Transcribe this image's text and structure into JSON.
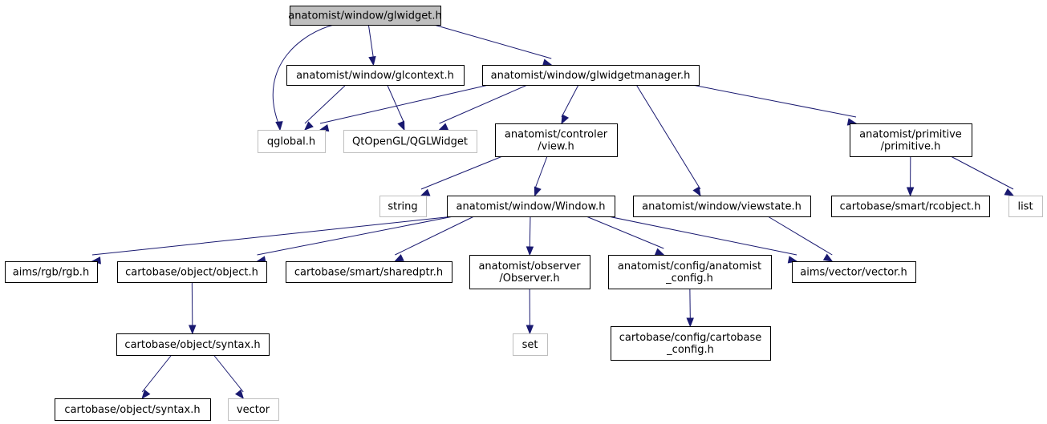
{
  "colors": {
    "edge": "#191970",
    "root_fill": "#bfbfbf",
    "node_border": "#000000",
    "external_border": "#bfbfbf"
  },
  "nodes": [
    {
      "id": "glwidget",
      "lines": [
        "anatomist/window/glwidget.h"
      ],
      "kind": "root"
    },
    {
      "id": "glcontext",
      "lines": [
        "anatomist/window/glcontext.h"
      ],
      "kind": "file"
    },
    {
      "id": "glwidgetmanager",
      "lines": [
        "anatomist/window/glwidgetmanager.h"
      ],
      "kind": "file"
    },
    {
      "id": "qglobal",
      "lines": [
        "qglobal.h"
      ],
      "kind": "external"
    },
    {
      "id": "qglwidget",
      "lines": [
        "QtOpenGL/QGLWidget"
      ],
      "kind": "external"
    },
    {
      "id": "view",
      "lines": [
        "anatomist/controler",
        "/view.h"
      ],
      "kind": "file"
    },
    {
      "id": "primitive",
      "lines": [
        "anatomist/primitive",
        "/primitive.h"
      ],
      "kind": "file"
    },
    {
      "id": "string",
      "lines": [
        "string"
      ],
      "kind": "external"
    },
    {
      "id": "window",
      "lines": [
        "anatomist/window/Window.h"
      ],
      "kind": "file"
    },
    {
      "id": "viewstate",
      "lines": [
        "anatomist/window/viewstate.h"
      ],
      "kind": "file"
    },
    {
      "id": "rcobject",
      "lines": [
        "cartobase/smart/rcobject.h"
      ],
      "kind": "file"
    },
    {
      "id": "list",
      "lines": [
        "list"
      ],
      "kind": "external"
    },
    {
      "id": "rgb",
      "lines": [
        "aims/rgb/rgb.h"
      ],
      "kind": "file"
    },
    {
      "id": "object",
      "lines": [
        "cartobase/object/object.h"
      ],
      "kind": "file"
    },
    {
      "id": "sharedptr",
      "lines": [
        "cartobase/smart/sharedptr.h"
      ],
      "kind": "file"
    },
    {
      "id": "observer",
      "lines": [
        "anatomist/observer",
        "/Observer.h"
      ],
      "kind": "file"
    },
    {
      "id": "anaconfig",
      "lines": [
        "anatomist/config/anatomist",
        "_config.h"
      ],
      "kind": "file"
    },
    {
      "id": "vectorh",
      "lines": [
        "aims/vector/vector.h"
      ],
      "kind": "file"
    },
    {
      "id": "syntax1",
      "lines": [
        "cartobase/object/syntax.h"
      ],
      "kind": "file"
    },
    {
      "id": "set",
      "lines": [
        "set"
      ],
      "kind": "external"
    },
    {
      "id": "cartoconfig",
      "lines": [
        "cartobase/config/cartobase",
        "_config.h"
      ],
      "kind": "file"
    },
    {
      "id": "syntax2",
      "lines": [
        "cartobase/object/syntax.h"
      ],
      "kind": "file"
    },
    {
      "id": "vector",
      "lines": [
        "vector"
      ],
      "kind": "external"
    }
  ],
  "edges": [
    [
      "glwidget",
      "qglobal"
    ],
    [
      "glwidget",
      "glcontext"
    ],
    [
      "glwidget",
      "glwidgetmanager"
    ],
    [
      "glcontext",
      "qglobal"
    ],
    [
      "glcontext",
      "qglwidget"
    ],
    [
      "glwidgetmanager",
      "qglobal"
    ],
    [
      "glwidgetmanager",
      "qglwidget"
    ],
    [
      "glwidgetmanager",
      "view"
    ],
    [
      "glwidgetmanager",
      "viewstate"
    ],
    [
      "glwidgetmanager",
      "primitive"
    ],
    [
      "view",
      "string"
    ],
    [
      "view",
      "window"
    ],
    [
      "primitive",
      "rcobject"
    ],
    [
      "primitive",
      "list"
    ],
    [
      "window",
      "rgb"
    ],
    [
      "window",
      "object"
    ],
    [
      "window",
      "sharedptr"
    ],
    [
      "window",
      "observer"
    ],
    [
      "window",
      "anaconfig"
    ],
    [
      "window",
      "vectorh"
    ],
    [
      "viewstate",
      "vectorh"
    ],
    [
      "object",
      "syntax1"
    ],
    [
      "observer",
      "set"
    ],
    [
      "anaconfig",
      "cartoconfig"
    ],
    [
      "syntax1",
      "syntax2"
    ],
    [
      "syntax1",
      "vector"
    ]
  ]
}
